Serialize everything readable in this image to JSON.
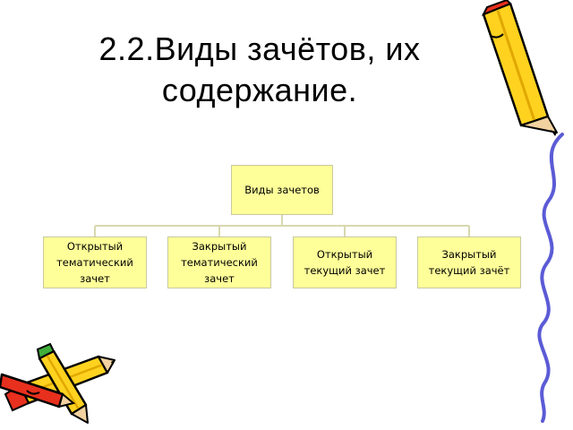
{
  "slide": {
    "title_line1": "2.2.Виды зачётов, их",
    "title_line2": "содержание."
  },
  "diagram": {
    "root": "Виды зачетов",
    "children": [
      "Открытый\nтематический\nзачет",
      "Закрытый\nтематический\nзачет",
      "Открытый\nтекущий зачет",
      "Закрытый\nтекущий зачёт"
    ]
  },
  "colors": {
    "box_fill": "#ffff99",
    "connector": "#d8d8b0",
    "pencil_yellow": "#ffd21f",
    "pencil_red": "#e8301e",
    "squiggle_blue": "#5b5bd6"
  },
  "decorations": [
    "pencil-icon",
    "crossed-pencils-icon",
    "squiggle-line-icon"
  ]
}
